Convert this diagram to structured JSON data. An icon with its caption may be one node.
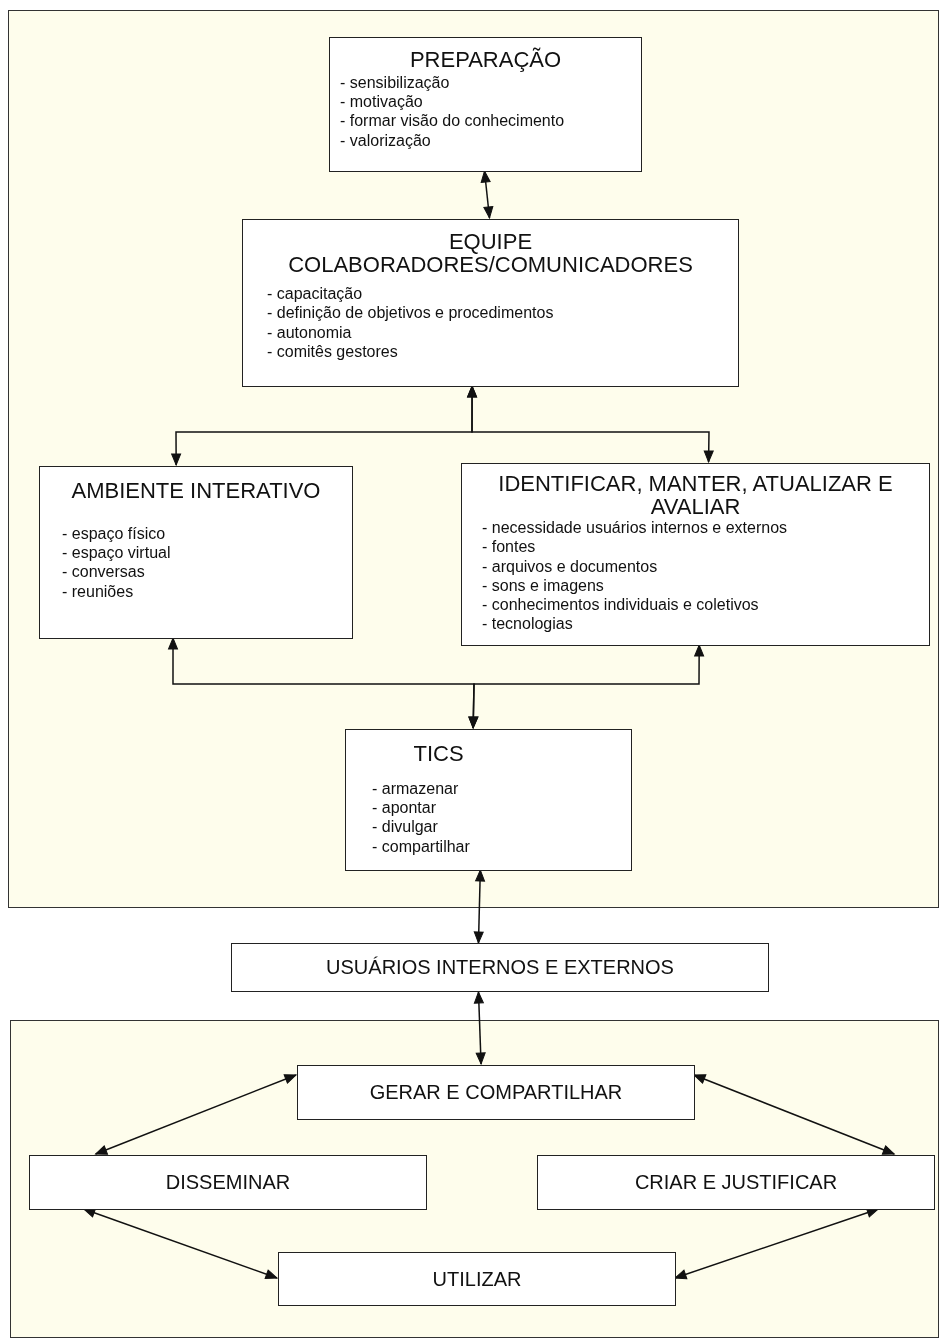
{
  "diagram": {
    "nodes": [
      {
        "text": [],
        "shape": "box"
      },
      {
        "text": [
          "PREPARAÇÃO",
          "- sensibilização",
          "- motivação",
          "- formar visão do conhecimento",
          "- valorização"
        ],
        "in": 0
      },
      {
        "text": [
          "EQUIPE COLABORADORES/COMUNICADORES",
          "- capacitação",
          "- definição de objetivos e procedimentos",
          "- autonomia",
          "- comitês gestores"
        ],
        "in": 0
      },
      {
        "text": [
          "AMBIENTE INTERATIVO",
          "- espaço físico",
          "- espaço virtual",
          "- conversas",
          "- reuniões"
        ],
        "in": 0
      },
      {
        "text": [
          "IDENTIFICAR, MANTER, ATUALIZAR E AVALIAR",
          "- necessidade usuários internos e externos",
          "- fontes",
          "- arquivos e documentos",
          "- sons e imagens",
          "- conhecimentos individuais e coletivos",
          "- tecnologias"
        ],
        "in": 0
      },
      {
        "text": [
          "TICS",
          "- armazenar",
          "- apontar",
          "- divulgar",
          "- compartilhar"
        ],
        "in": 0
      },
      {
        "text": [
          "USUÁRIOS INTERNOS E EXTERNOS"
        ]
      },
      {
        "text": [],
        "shape": "box"
      },
      {
        "text": [
          "GERAR E COMPARTILHAR"
        ],
        "in": 7
      },
      {
        "text": [
          "DISSEMINAR"
        ],
        "in": 7
      },
      {
        "text": [
          "CRIAR E JUSTIFICAR"
        ],
        "in": 7
      },
      {
        "text": [
          "UTILIZAR"
        ],
        "in": 7
      }
    ],
    "edges": [
      {
        "from": 1,
        "to": 2,
        "arrow": "both"
      },
      {
        "from": 2,
        "to": 3,
        "arrow": "both"
      },
      {
        "from": 2,
        "to": 4,
        "arrow": "both"
      },
      {
        "from": 3,
        "to": 5,
        "arrow": "both"
      },
      {
        "from": 4,
        "to": 5,
        "arrow": "both"
      },
      {
        "from": 5,
        "to": 6,
        "arrow": "both"
      },
      {
        "from": 6,
        "to": 8,
        "arrow": "both"
      },
      {
        "from": 8,
        "to": 10,
        "arrow": "both"
      },
      {
        "from": 10,
        "to": 11,
        "arrow": "both"
      },
      {
        "from": 11,
        "to": 9,
        "arrow": "both"
      },
      {
        "from": 9,
        "to": 8,
        "arrow": "both"
      }
    ]
  }
}
